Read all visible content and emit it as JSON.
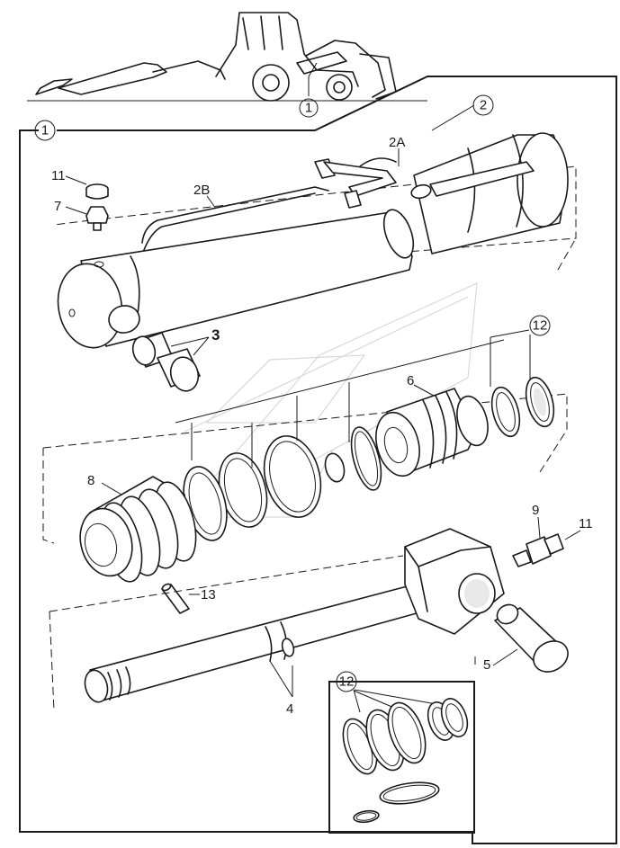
{
  "diagram": {
    "callouts": {
      "machine_ref": "1",
      "assembly_ref": "1",
      "barrel_ref": "2",
      "barrel_pipe_a": "2A",
      "barrel_pipe_b": "2B",
      "bushes": "3",
      "rod": "4",
      "rod_bush": "5",
      "piston": "6",
      "grease_nipple": "7",
      "gland": "8",
      "grease_nipple_rod": "9",
      "cap_top": "11",
      "cap_rod": "11",
      "seal_kit_main": "12",
      "seal_kit_inset": "12",
      "roll_pin": "13"
    },
    "colors": {
      "line": "#1a1a1a",
      "background": "#ffffff",
      "watermark": "#d9d9d9"
    }
  }
}
